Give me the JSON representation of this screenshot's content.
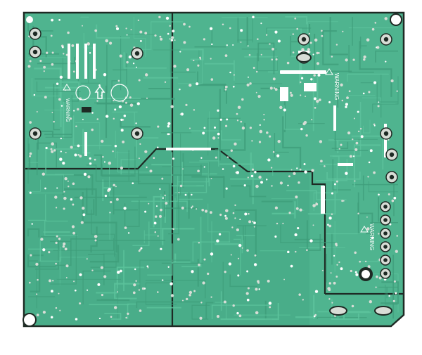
{
  "image": {
    "subject": "PCB",
    "colors": {
      "background": "#ffffff",
      "solder_mask": "#4fb48f",
      "solder_mask_dark": "#3f9d7b",
      "trace": "#5cc39c",
      "copper_pad": "#d8ddd6",
      "edge_cut": "#1e2a24",
      "silkscreen": "#ffffff"
    }
  },
  "board": {
    "warning_labels": [
      "WARNING",
      "WARNING",
      "WARNING"
    ]
  }
}
